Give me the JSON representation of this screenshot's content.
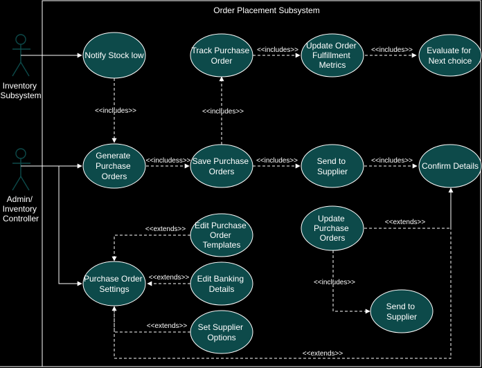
{
  "boundary_title": "Order Placement Subsystem",
  "actors": {
    "inventory": [
      "Inventory",
      "Subsystem"
    ],
    "admin": [
      "Admin/",
      "Inventory",
      "Controller"
    ]
  },
  "use_cases": {
    "notify_stock_low": [
      "Notify Stock low"
    ],
    "track_purchase_order": [
      "Track Purchase",
      "Order"
    ],
    "update_fulfillment_metrics": [
      "Update Order",
      "Fulfillment",
      "Metrics"
    ],
    "evaluate_next_choice": [
      "Evaluate for",
      "Next choice"
    ],
    "generate_purchase_orders": [
      "Generate",
      "Purchase",
      "Orders"
    ],
    "save_purchase_orders": [
      "Save Purchase",
      "Orders"
    ],
    "send_to_supplier_1": [
      "Send to",
      "Supplier"
    ],
    "confirm_details": [
      "Confirm Details"
    ],
    "edit_po_templates": [
      "Edit Purchase",
      "Order",
      "Templates"
    ],
    "update_purchase_orders": [
      "Update",
      "Purchase",
      "Orders"
    ],
    "purchase_order_settings": [
      "Purchase Order",
      "Settings"
    ],
    "edit_banking_details": [
      "Edit Banking",
      "Details"
    ],
    "send_to_supplier_2": [
      "Send to",
      "Supplier"
    ],
    "set_supplier_options": [
      "Set Supplier",
      "Options"
    ]
  },
  "relations": {
    "notify_generate": "<<includes>>",
    "track_metrics": "<<includes>>",
    "metrics_evaluate": "<<includes>>",
    "save_track": "<<includes>>",
    "generate_save": "<<includess>>",
    "save_send": "<<includes>>",
    "send_confirm": "<<includes>>",
    "templates_settings": "<<extends>>",
    "update_confirm": "<<extends>>",
    "banking_settings": "<<extends>>",
    "update_send": "<<includes>>",
    "supplier_options_settings": "<<extends>>",
    "confirm_settings": "<<extends>>"
  }
}
